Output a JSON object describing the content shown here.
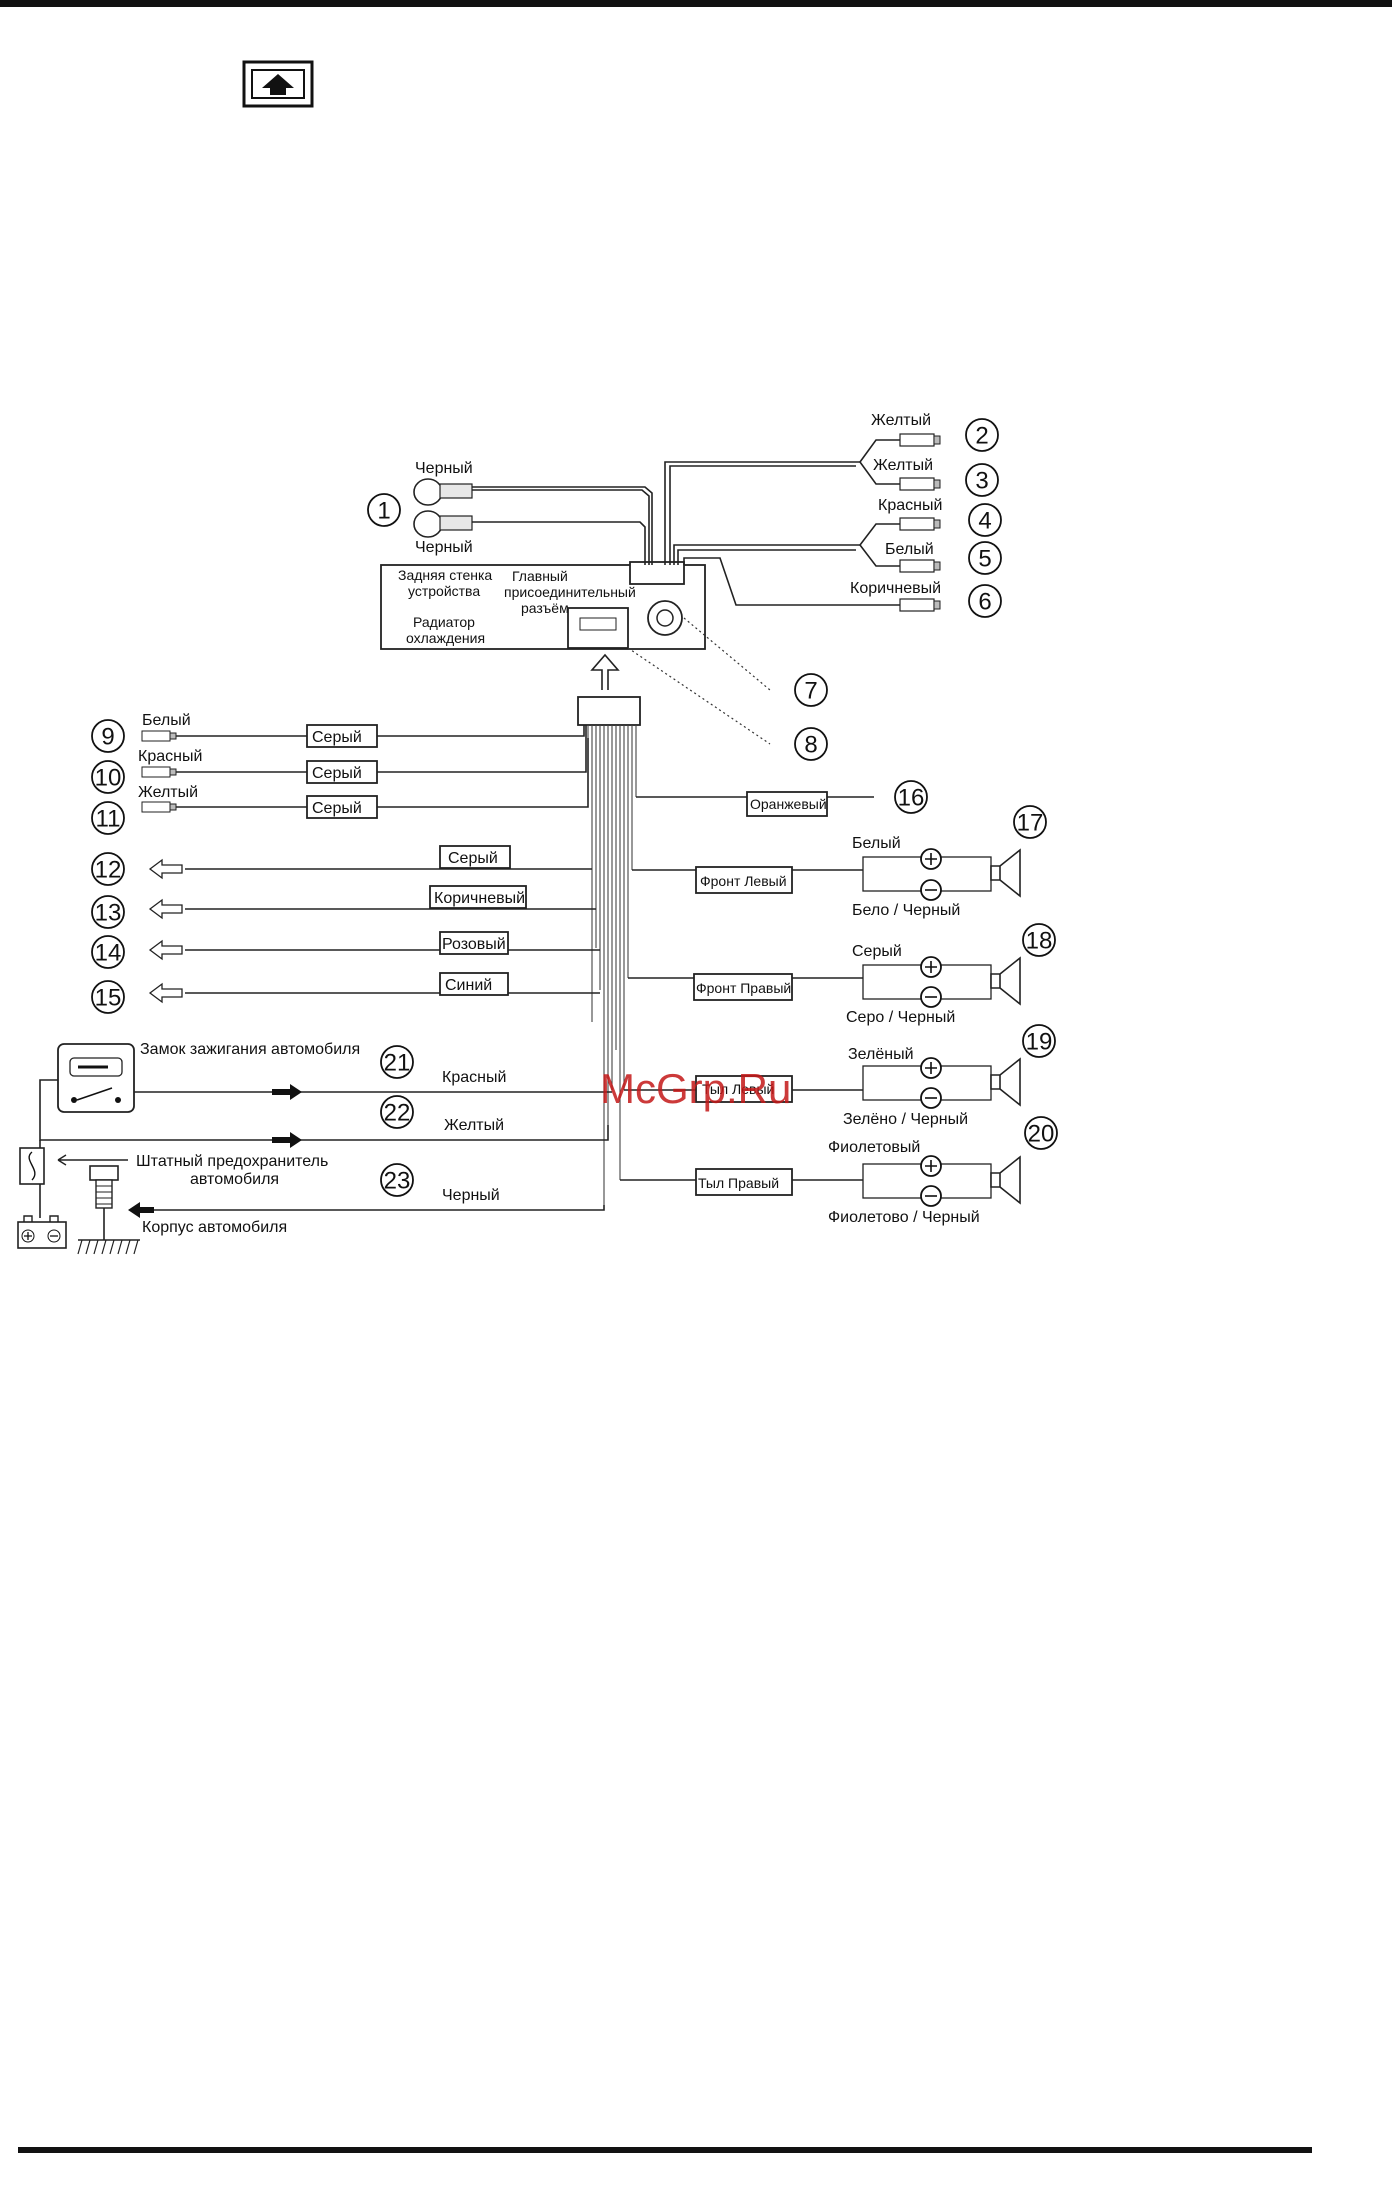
{
  "header": {
    "icon": "up-arrow-icon"
  },
  "unit": {
    "rear_panel": "Задняя стенка устройства",
    "heatsink": "Радиатор охлаждения",
    "main_connector": "Главный присоединительный разъём"
  },
  "top_connectors": {
    "c1_top": "Черный",
    "c1_bottom": "Черный",
    "c2": "Желтый",
    "c3": "Желтый",
    "c4": "Красный",
    "c5": "Белый",
    "c6": "Коричневый"
  },
  "numbers": [
    "1",
    "2",
    "3",
    "4",
    "5",
    "6",
    "7",
    "8",
    "9",
    "10",
    "11",
    "12",
    "13",
    "14",
    "15",
    "16",
    "17",
    "18",
    "19",
    "20",
    "21",
    "22",
    "23"
  ],
  "rca_inputs": [
    {
      "color": "Белый",
      "wire": "Серый"
    },
    {
      "color": "Красный",
      "wire": "Серый"
    },
    {
      "color": "Желтый",
      "wire": "Серый"
    }
  ],
  "outputs": [
    "Серый",
    "Коричневый",
    "Розовый",
    "Синий"
  ],
  "orange_wire": "Оранжевый",
  "speakers": [
    {
      "channel": "Фронт Левый",
      "plus": "Белый",
      "minus": "Бело / Черный"
    },
    {
      "channel": "Фронт Правый",
      "plus": "Серый",
      "minus": "Серо / Черный"
    },
    {
      "channel": "Тыл Левый",
      "plus": "Зелёный",
      "minus": "Зелёно / Черный"
    },
    {
      "channel": "Тыл Правый",
      "plus": "Фиолетовый",
      "minus": "Фиолетово / Черный"
    }
  ],
  "power": {
    "ignition": "Замок зажигания автомобиля",
    "red": "Красный",
    "yellow": "Желтый",
    "black": "Черный",
    "fuse": "Штатный предохранитель автомобиля",
    "fuse_line1": "Штатный предохранитель",
    "fuse_line2": "автомобиля",
    "ground": "Корпус автомобиля"
  },
  "watermark": "McGrp.Ru",
  "colors": {
    "line": "#222222",
    "watermark": "#c41818"
  }
}
